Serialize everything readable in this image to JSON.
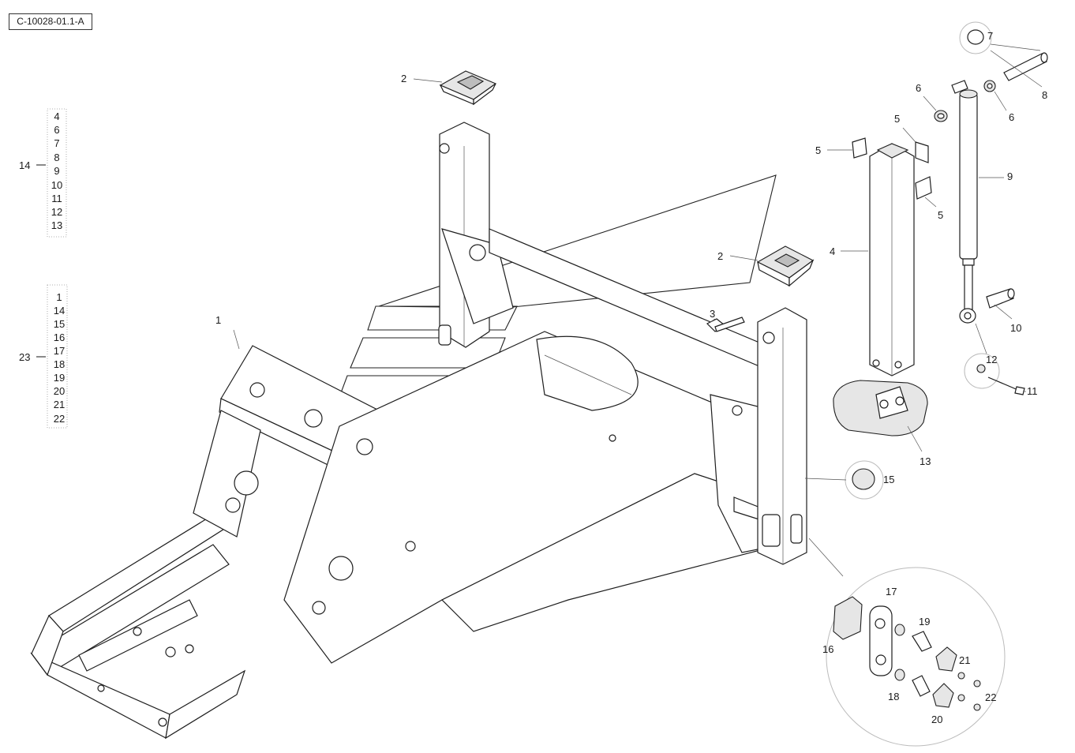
{
  "reference_code": "C-10028-01.1-A",
  "group_14": {
    "label": "14",
    "items": [
      "4",
      "6",
      "7",
      "8",
      "9",
      "10",
      "11",
      "12",
      "13"
    ]
  },
  "group_23": {
    "label": "23",
    "items": [
      "1",
      "14",
      "15",
      "16",
      "17",
      "18",
      "19",
      "20",
      "21",
      "22"
    ]
  },
  "callouts": {
    "c1": "1",
    "c2a": "2",
    "c2b": "2",
    "c3": "3",
    "c4": "4",
    "c5a": "5",
    "c5b": "5",
    "c5c": "5",
    "c6a": "6",
    "c6b": "6",
    "c7": "7",
    "c8": "8",
    "c9": "9",
    "c10": "10",
    "c11": "11",
    "c12": "12",
    "c13": "13",
    "c15": "15",
    "c16": "16",
    "c17": "17",
    "c18": "18",
    "c19": "19",
    "c20": "20",
    "c21": "21",
    "c22": "22"
  }
}
